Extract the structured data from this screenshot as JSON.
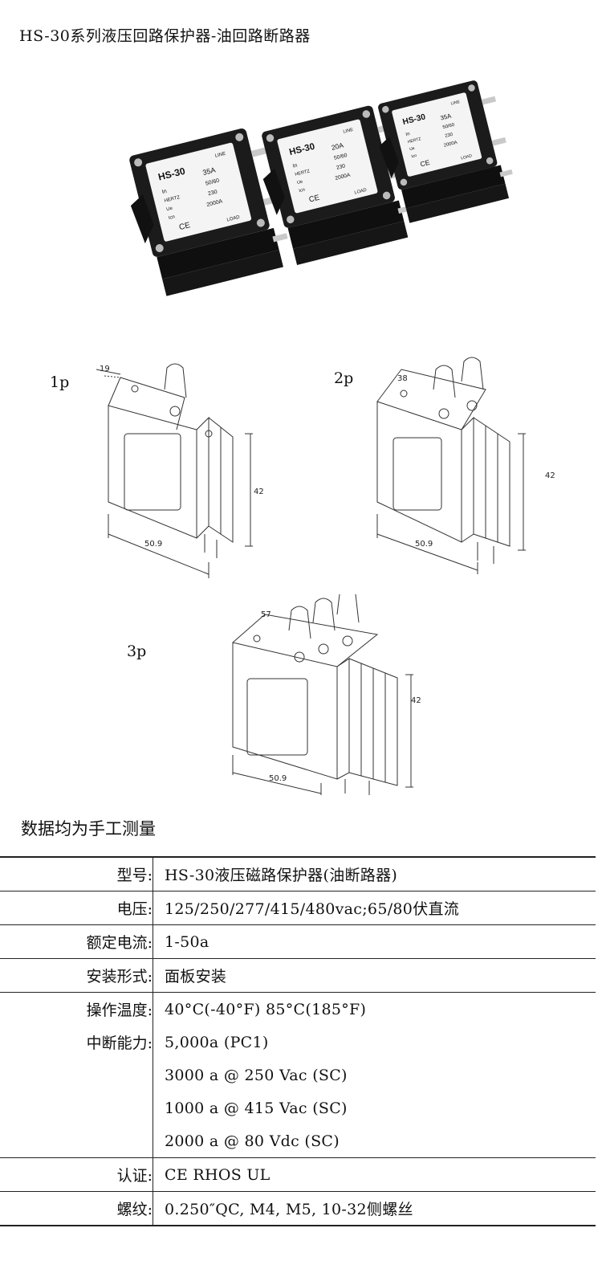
{
  "title": "HS-30系列液压回路保护器-油回路断路器",
  "photo": {
    "units": [
      {
        "model": "HS-30",
        "rating": "35A",
        "line": "LINE",
        "load": "LOAD",
        "in": "In",
        "hertz": "HERTZ",
        "freq": "50/60",
        "ue": "Ue",
        "volt": "230",
        "icn": "Icn",
        "icn_val": "2000A",
        "ce": "CE"
      },
      {
        "model": "HS-30",
        "rating": "20A",
        "line": "LINE",
        "load": "LOAD",
        "in": "In",
        "hertz": "HERTZ",
        "freq": "50/60",
        "ue": "Ue",
        "volt": "230",
        "icn": "Icn",
        "icn_val": "2000A",
        "ce": "CE"
      },
      {
        "model": "HS-30",
        "rating": "35A",
        "line": "LINE",
        "load": "LOAD",
        "in": "In",
        "hertz": "HERTZ",
        "freq": "50/60",
        "ue": "Ue",
        "volt": "230",
        "icn": "Icn",
        "icn_val": "2000A",
        "ce": "CE"
      }
    ]
  },
  "diagrams": {
    "p1": {
      "label": "1p",
      "width": "19",
      "height": "42",
      "depth": "50.9"
    },
    "p2": {
      "label": "2p",
      "width": "38",
      "height": "42",
      "depth": "50.9"
    },
    "p3": {
      "label": "3p",
      "width": "57",
      "height": "42",
      "depth": "50.9"
    }
  },
  "note": "数据均为手工测量",
  "specs": [
    {
      "key": "型号:",
      "values": [
        "HS-30液压磁路保护器(油断路器)"
      ]
    },
    {
      "key": "电压:",
      "values": [
        "125/250/277/415/480vac;65/80伏直流"
      ]
    },
    {
      "key": "额定电流:",
      "values": [
        "1-50a"
      ]
    },
    {
      "key": "安装形式:",
      "values": [
        "面板安装"
      ]
    },
    {
      "key": "操作温度:",
      "values": [
        "40°C(-40°F) 85°C(185°F)"
      ]
    },
    {
      "key": "中断能力:",
      "values": [
        "5,000a (PC1)",
        "3000 a @ 250 Vac (SC)",
        "1000 a @ 415 Vac (SC)",
        "2000 a @ 80 Vdc (SC)"
      ]
    },
    {
      "key": "认证:",
      "values": [
        "CE RHOS UL"
      ]
    },
    {
      "key": "螺纹:",
      "values": [
        "0.250″QC, M4, M5, 10-32侧螺丝"
      ]
    }
  ]
}
